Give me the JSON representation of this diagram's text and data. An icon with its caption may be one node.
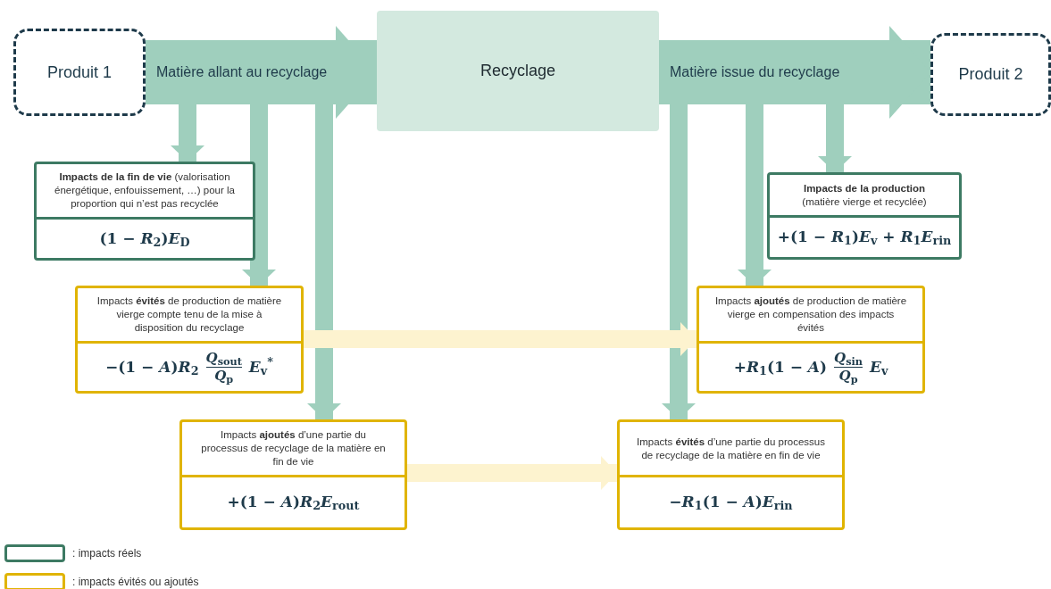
{
  "diagram": {
    "nodes": [
      {
        "text": [
          "Produit 1"
        ]
      },
      {
        "text": [
          "Recyclage"
        ]
      },
      {
        "text": [
          "Produit 2"
        ]
      },
      {
        "text": [
          "**Impacts de la fin de vie** (valorisation énergétique, enfouissement, …) pour la proportion qui n’est pas recyclée",
          "(1 − *R*$_{2}$)*E*$_{D}$"
        ]
      },
      {
        "text": [
          "**Impacts de la production** (matière vierge et recyclée)",
          "+(1 − *R*$_{1}$)*E*$_{v}$ + *R*$_{1}$*E*$_{rin}$"
        ]
      },
      {
        "text": [
          "Impacts **évités** de production de matière vierge compte tenu de la mise à disposition du recyclage",
          "−(1 − *A*)*R*$_{2}$",
          "*Q*$_{sout}$",
          "*Q*$_{p}$",
          "*E*$_{v}$$^{*}$"
        ]
      },
      {
        "text": [
          "Impacts **ajoutés** de production de matière vierge en compensation des impacts évités",
          "+*R*$_{1}$(1 − *A*)",
          "*Q*$_{sin}$",
          "*Q*$_{p}$",
          "*E*$_{v}$"
        ]
      },
      {
        "text": [
          "Impacts **ajoutés** d’une partie du processus de recyclage de la matière en fin de vie",
          "+(1 − *A*)*R*$_{2}$*E*$_{rout}$"
        ]
      },
      {
        "text": [
          "Impacts **évités** d’une partie du processus de recyclage de la matière en fin de vie",
          "−*R*$_{1}$(1 − *A*)*E*$_{rin}$"
        ]
      }
    ],
    "edges": [
      {
        "from": 0,
        "to": 1,
        "arrow": "to",
        "label": "Matière allant au recyclage",
        "style": "thick"
      },
      {
        "from": 1,
        "to": 2,
        "arrow": "to",
        "label": "Matière issue du recyclage",
        "style": "thick"
      },
      {
        "from": null,
        "to": 3,
        "arrow": "to"
      },
      {
        "from": null,
        "to": 5,
        "arrow": "to"
      },
      {
        "from": null,
        "to": 7,
        "arrow": "to"
      },
      {
        "from": null,
        "to": 8,
        "arrow": "to"
      },
      {
        "from": null,
        "to": 6,
        "arrow": "to"
      },
      {
        "from": null,
        "to": 4,
        "arrow": "to"
      },
      {
        "from": 5,
        "to": 6,
        "arrow": "to",
        "color": "#fdf3cf"
      },
      {
        "from": 7,
        "to": 8,
        "arrow": "to",
        "color": "#fdf3cf"
      }
    ],
    "legend": [
      {
        "text": ": impacts réels",
        "color": "#3d7a63"
      },
      {
        "text": ": impacts évités ou ajoutés",
        "color": "#e0b400"
      }
    ]
  }
}
